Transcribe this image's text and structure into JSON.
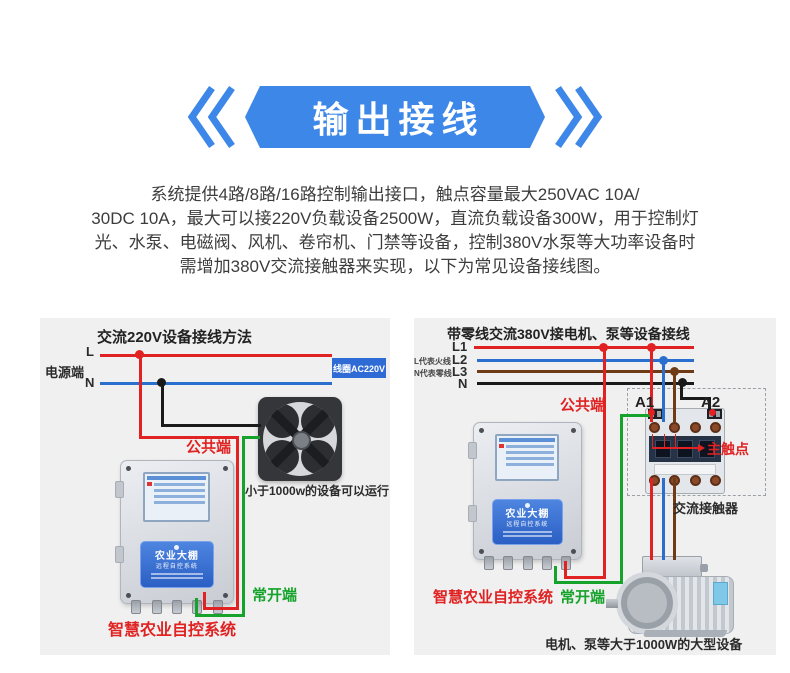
{
  "header": {
    "title": "输出接线",
    "banner_color": "#3d87e8"
  },
  "intro": {
    "lines": [
      "系统提供4路/8路/16路控制输出接口，触点容量最大250VAC 10A/",
      "30DC 10A，最大可以接220V负载设备2500W，直流负载设备300W，用于控制灯",
      "光、水泵、电磁阀、风机、卷帘机、门禁等设备，控制380V水泵等大功率设备时",
      "需增加380V交流接触器来实现，以下为常见设备接线图。"
    ]
  },
  "left_diagram": {
    "title": "交流220V设备接线方法",
    "power_terminal": "电源端",
    "line_live": "L",
    "line_neutral": "N",
    "coil_badge": "线圈AC220V",
    "common_label": "公共端",
    "fan_caption": "小于1000w的设备可以运行",
    "normally_open_label": "常开端",
    "system_label": "智慧农业自控系统"
  },
  "right_diagram": {
    "title": "带零线交流380V接电机、泵等设备接线",
    "live_note": "L代表火线",
    "neutral_note": "N代表零线",
    "lines": [
      "L1",
      "L2",
      "L3",
      "N"
    ],
    "common_label": "公共端",
    "coil_a1": "A1",
    "coil_a2": "A2",
    "main_contact_label": "主触点",
    "contactor_label": "交流接触器",
    "normally_open_label": "常开端",
    "system_label": "智慧农业自控系统",
    "motor_caption": "电机、泵等大于1000W的大型设备"
  },
  "device_box": {
    "title": "农业大棚",
    "subtitle": "远程自控系统"
  },
  "colors": {
    "banner_blue": "#3d87e8",
    "badge_blue": "#2f6bd4",
    "panel_bg": "#f0f0f0",
    "wire_live_red": "#e02222",
    "wire_blue": "#2a6fce",
    "wire_brown": "#6f3a16",
    "wire_black": "#1a1a1a",
    "wire_green": "#15a32b",
    "label_red": "#e02222",
    "label_green": "#15a32b"
  }
}
